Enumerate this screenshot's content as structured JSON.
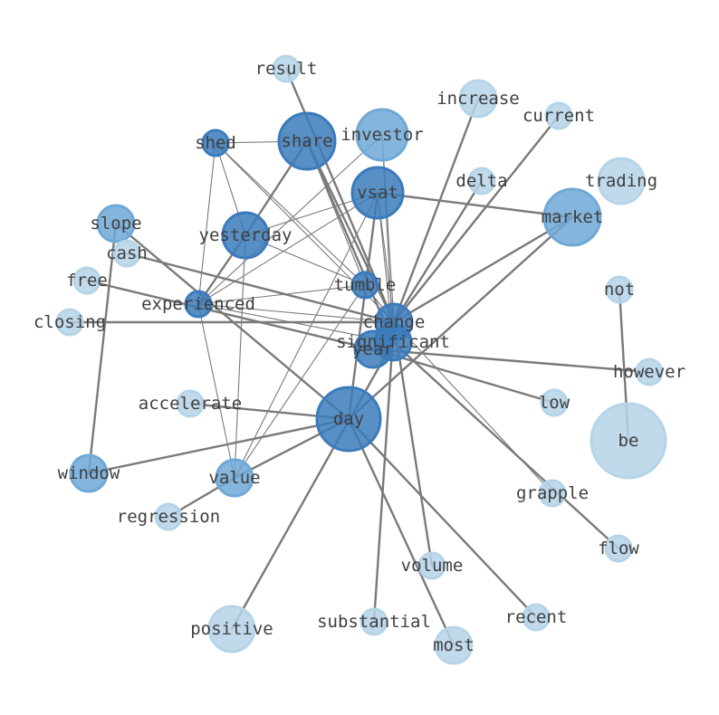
{
  "graph": {
    "nodes": [
      {
        "id": "result",
        "label": "result",
        "weight": 1,
        "color": "#b5d4e8"
      },
      {
        "id": "increase",
        "label": "increase",
        "weight": 2,
        "color": "#b5d4e8"
      },
      {
        "id": "current",
        "label": "current",
        "weight": 1,
        "color": "#b5d4e8"
      },
      {
        "id": "share",
        "label": "share",
        "weight": 6,
        "color": "#3b7bbb"
      },
      {
        "id": "investor",
        "label": "investor",
        "weight": 4,
        "color": "#6fa8d6"
      },
      {
        "id": "shed",
        "label": "shed",
        "weight": 1,
        "color": "#3b7bbb"
      },
      {
        "id": "delta",
        "label": "delta",
        "weight": 1,
        "color": "#b5d4e8"
      },
      {
        "id": "trading",
        "label": "trading",
        "weight": 3,
        "color": "#b5d4e8"
      },
      {
        "id": "vsat",
        "label": "vsat",
        "weight": 4,
        "color": "#3b7bbb"
      },
      {
        "id": "market",
        "label": "market",
        "weight": 6,
        "color": "#6fa8d6"
      },
      {
        "id": "slope",
        "label": "slope",
        "weight": 2,
        "color": "#6fa8d6"
      },
      {
        "id": "yesterday",
        "label": "yesterday",
        "weight": 3,
        "color": "#3b7bbb"
      },
      {
        "id": "cash",
        "label": "cash",
        "weight": 1,
        "color": "#b5d4e8"
      },
      {
        "id": "free",
        "label": "free",
        "weight": 1,
        "color": "#b5d4e8"
      },
      {
        "id": "tumble",
        "label": "tumble",
        "weight": 1,
        "color": "#3b7bbb"
      },
      {
        "id": "not",
        "label": "not",
        "weight": 1,
        "color": "#b5d4e8"
      },
      {
        "id": "experienced",
        "label": "experienced",
        "weight": 1,
        "color": "#3b7bbb"
      },
      {
        "id": "closing",
        "label": "closing",
        "weight": 1,
        "color": "#b5d4e8"
      },
      {
        "id": "change",
        "label": "change",
        "weight": 2,
        "color": "#3b7bbb"
      },
      {
        "id": "significant",
        "label": "significant",
        "weight": 2,
        "color": "#3b7bbb"
      },
      {
        "id": "year",
        "label": "year",
        "weight": 2,
        "color": "#3b7bbb"
      },
      {
        "id": "however",
        "label": "however",
        "weight": 1,
        "color": "#b5d4e8"
      },
      {
        "id": "accelerate",
        "label": "accelerate",
        "weight": 1,
        "color": "#b5d4e8"
      },
      {
        "id": "low",
        "label": "low",
        "weight": 1,
        "color": "#b5d4e8"
      },
      {
        "id": "day",
        "label": "day",
        "weight": 8,
        "color": "#3b7bbb"
      },
      {
        "id": "be",
        "label": "be",
        "weight": 10,
        "color": "#b5d4e8"
      },
      {
        "id": "window",
        "label": "window",
        "weight": 2,
        "color": "#6fa8d6"
      },
      {
        "id": "value",
        "label": "value",
        "weight": 2,
        "color": "#6fa8d6"
      },
      {
        "id": "grapple",
        "label": "grapple",
        "weight": 1,
        "color": "#b5d4e8"
      },
      {
        "id": "regression",
        "label": "regression",
        "weight": 1,
        "color": "#b5d4e8"
      },
      {
        "id": "flow",
        "label": "flow",
        "weight": 1,
        "color": "#b5d4e8"
      },
      {
        "id": "volume",
        "label": "volume",
        "weight": 1,
        "color": "#b5d4e8"
      },
      {
        "id": "recent",
        "label": "recent",
        "weight": 1,
        "color": "#b5d4e8"
      },
      {
        "id": "substantial",
        "label": "substantial",
        "weight": 1,
        "color": "#b5d4e8"
      },
      {
        "id": "positive",
        "label": "positive",
        "weight": 3,
        "color": "#b5d4e8"
      },
      {
        "id": "most",
        "label": "most",
        "weight": 2,
        "color": "#b5d4e8"
      }
    ],
    "edges": [
      {
        "source": "result",
        "target": "change",
        "strength": 2
      },
      {
        "source": "share",
        "target": "significant",
        "strength": 2
      },
      {
        "source": "share",
        "target": "change",
        "strength": 2
      },
      {
        "source": "share",
        "target": "shed",
        "strength": 1
      },
      {
        "source": "share",
        "target": "yesterday",
        "strength": 2
      },
      {
        "source": "share",
        "target": "tumble",
        "strength": 1
      },
      {
        "source": "shed",
        "target": "yesterday",
        "strength": 1
      },
      {
        "source": "shed",
        "target": "experienced",
        "strength": 1
      },
      {
        "source": "shed",
        "target": "tumble",
        "strength": 1
      },
      {
        "source": "shed",
        "target": "change",
        "strength": 1
      },
      {
        "source": "investor",
        "target": "experienced",
        "strength": 1
      },
      {
        "source": "investor",
        "target": "change",
        "strength": 1
      },
      {
        "source": "investor",
        "target": "significant",
        "strength": 1
      },
      {
        "source": "vsat",
        "target": "market",
        "strength": 2
      },
      {
        "source": "vsat",
        "target": "yesterday",
        "strength": 1
      },
      {
        "source": "vsat",
        "target": "experienced",
        "strength": 1
      },
      {
        "source": "vsat",
        "target": "tumble",
        "strength": 1
      },
      {
        "source": "vsat",
        "target": "change",
        "strength": 1
      },
      {
        "source": "vsat",
        "target": "significant",
        "strength": 1
      },
      {
        "source": "vsat",
        "target": "day",
        "strength": 2
      },
      {
        "source": "vsat",
        "target": "value",
        "strength": 1
      },
      {
        "source": "yesterday",
        "target": "experienced",
        "strength": 2
      },
      {
        "source": "yesterday",
        "target": "tumble",
        "strength": 1
      },
      {
        "source": "yesterday",
        "target": "value",
        "strength": 1
      },
      {
        "source": "experienced",
        "target": "tumble",
        "strength": 1
      },
      {
        "source": "experienced",
        "target": "value",
        "strength": 1
      },
      {
        "source": "experienced",
        "target": "change",
        "strength": 1
      },
      {
        "source": "experienced",
        "target": "significant",
        "strength": 1
      },
      {
        "source": "tumble",
        "target": "change",
        "strength": 1
      },
      {
        "source": "tumble",
        "target": "value",
        "strength": 1
      },
      {
        "source": "increase",
        "target": "change",
        "strength": 2
      },
      {
        "source": "current",
        "target": "change",
        "strength": 2
      },
      {
        "source": "delta",
        "target": "change",
        "strength": 2
      },
      {
        "source": "market",
        "target": "day",
        "strength": 2
      },
      {
        "source": "market",
        "target": "change",
        "strength": 2
      },
      {
        "source": "slope",
        "target": "window",
        "strength": 2
      },
      {
        "source": "slope",
        "target": "day",
        "strength": 2
      },
      {
        "source": "cash",
        "target": "change",
        "strength": 2
      },
      {
        "source": "free",
        "target": "year",
        "strength": 2
      },
      {
        "source": "closing",
        "target": "change",
        "strength": 2
      },
      {
        "source": "change",
        "target": "volume",
        "strength": 2
      },
      {
        "source": "change",
        "target": "substantial",
        "strength": 2
      },
      {
        "source": "change",
        "target": "grapple",
        "strength": 1
      },
      {
        "source": "year",
        "target": "however",
        "strength": 2
      },
      {
        "source": "year",
        "target": "low",
        "strength": 2
      },
      {
        "source": "significant",
        "target": "flow",
        "strength": 2
      },
      {
        "source": "not",
        "target": "be",
        "strength": 2
      },
      {
        "source": "accelerate",
        "target": "day",
        "strength": 2
      },
      {
        "source": "day",
        "target": "window",
        "strength": 2
      },
      {
        "source": "day",
        "target": "recent",
        "strength": 2
      },
      {
        "source": "day",
        "target": "most",
        "strength": 2
      },
      {
        "source": "day",
        "target": "value",
        "strength": 2
      },
      {
        "source": "value",
        "target": "regression",
        "strength": 2
      },
      {
        "source": "positive",
        "target": "significant",
        "strength": 2
      }
    ]
  }
}
